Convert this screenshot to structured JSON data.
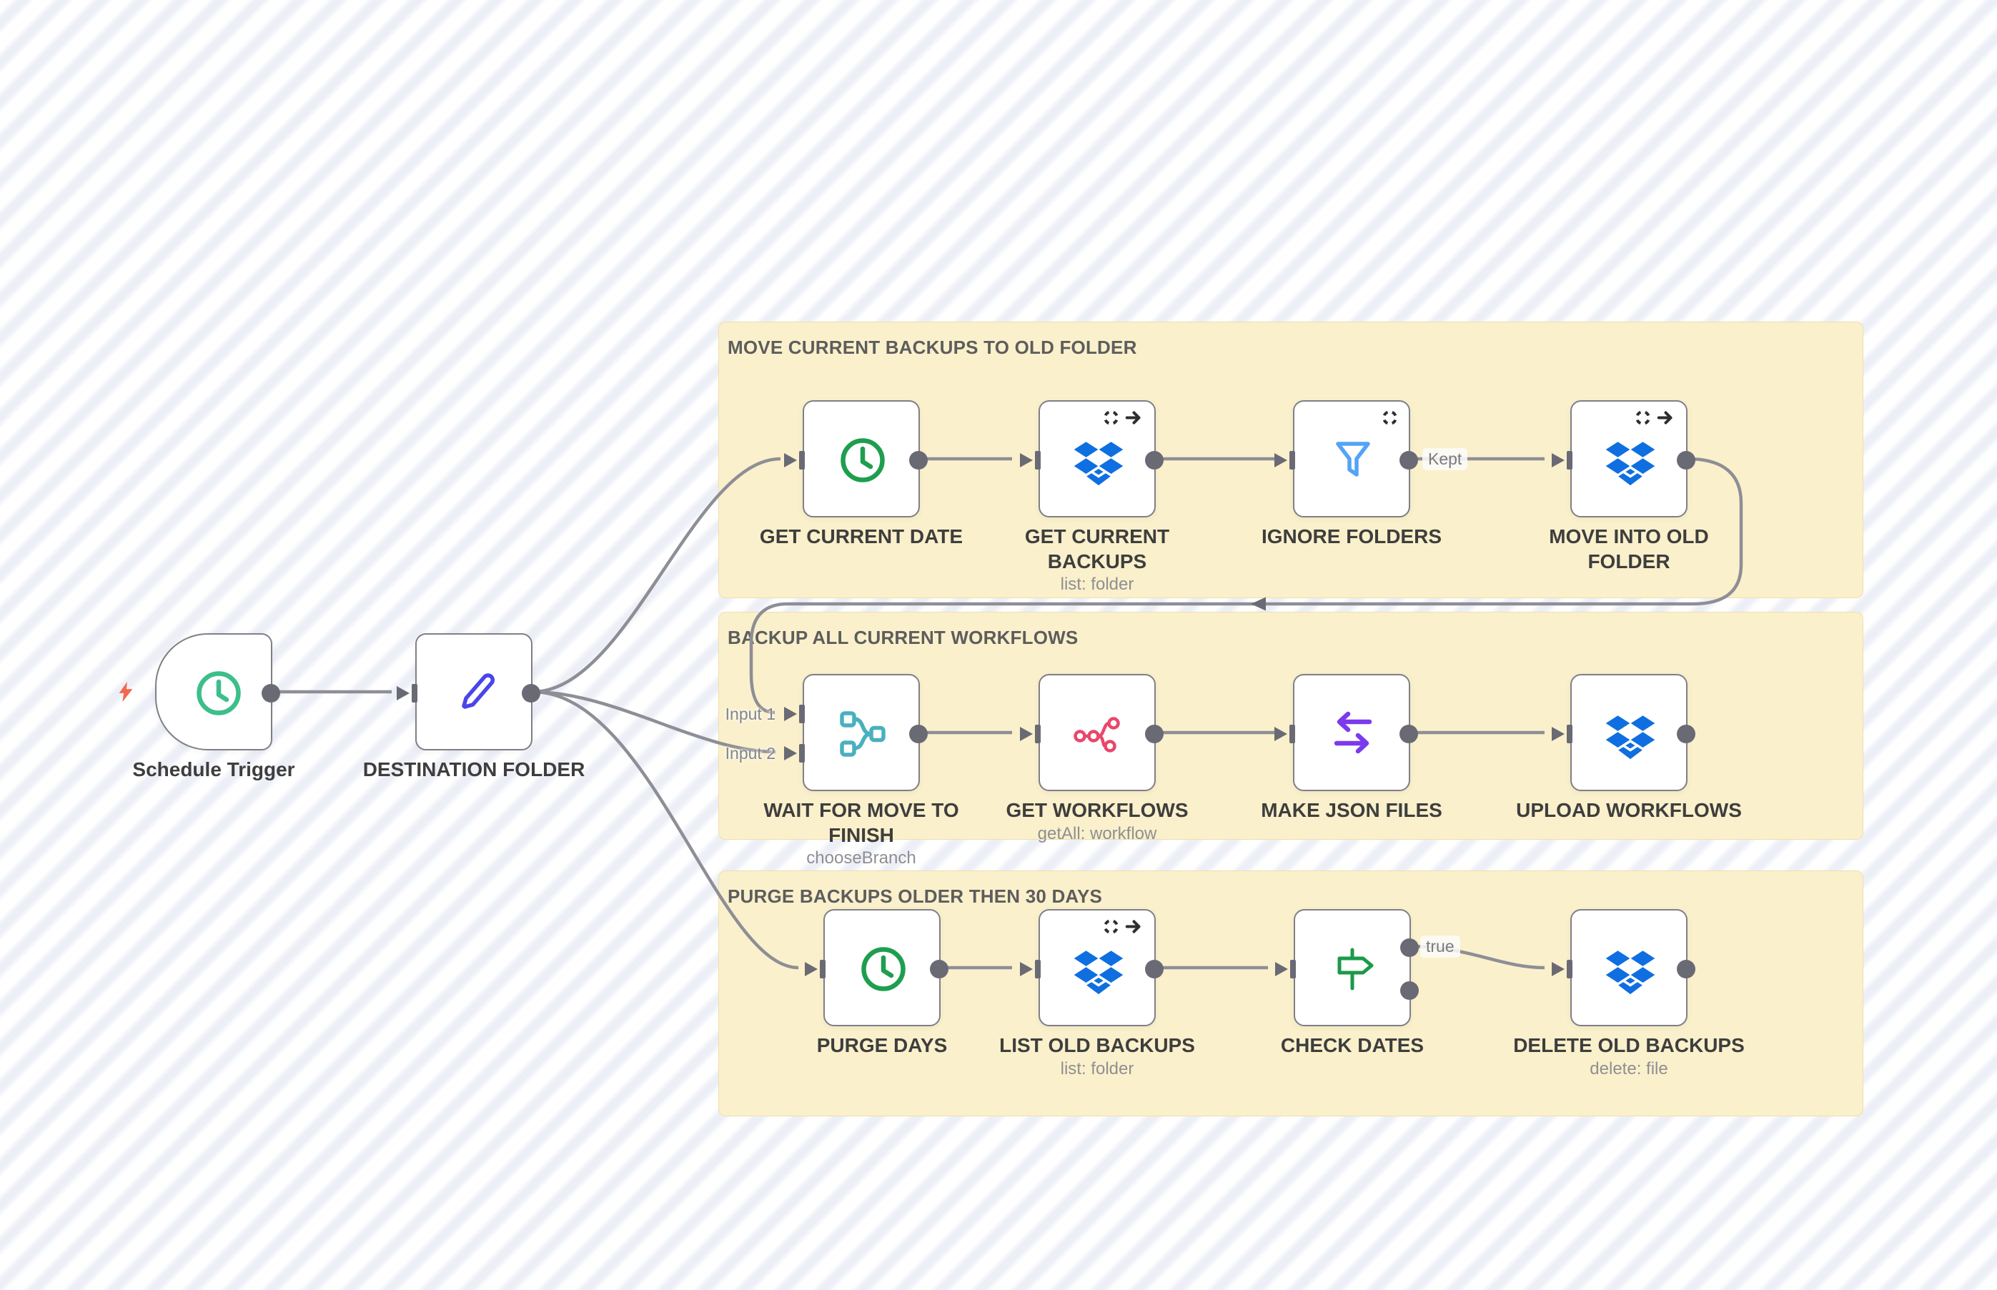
{
  "app": {
    "description": "n8n workflow editor canvas"
  },
  "palette": {
    "stripe_light": "#ffffff",
    "stripe_dark": "#edeff7",
    "sticky_bg": "#FAF0CB",
    "sticky_border": "#EEDFAC",
    "sticky_title": "#5d5d5d",
    "wire_gray": "#8E8E96",
    "connector_gray": "#6A6A75",
    "node_border": "#7F7F87",
    "label_dark": "#3E3E3E",
    "subtitle_gray": "#8F8F92",
    "badge_dark": "#2E2E2E",
    "bolt_orange": "#F2674F",
    "schedule_green": "#3DBE8B",
    "clock_green": "#1E9E4E",
    "pencil_blue": "#4845EC",
    "dropbox_blue": "#0F6FE0",
    "funnel_blue": "#54A3F7",
    "merge_teal": "#49B0BF",
    "n8n_pink": "#E9476B",
    "arrows_purple": "#7C3AED",
    "signpost_green": "#1A9A4A"
  },
  "groups": [
    {
      "title": "MOVE CURRENT BACKUPS TO OLD FOLDER"
    },
    {
      "title": "BACKUP ALL CURRENT WORKFLOWS"
    },
    {
      "title": "PURGE BACKUPS OLDER THEN 30 DAYS"
    }
  ],
  "nodes": [
    {
      "label": "Schedule Trigger"
    },
    {
      "label": "DESTINATION FOLDER"
    },
    {
      "label": "GET CURRENT DATE"
    },
    {
      "label": "GET CURRENT\nBACKUPS",
      "subtitle": "list: folder"
    },
    {
      "label": "IGNORE FOLDERS",
      "output_label": "Kept"
    },
    {
      "label": "MOVE INTO OLD\nFOLDER"
    },
    {
      "label": "WAIT FOR MOVE TO\nFINISH",
      "subtitle": "chooseBranch",
      "input_labels": [
        "Input 1",
        "Input 2"
      ]
    },
    {
      "label": "GET WORKFLOWS",
      "subtitle": "getAll: workflow"
    },
    {
      "label": "MAKE JSON FILES"
    },
    {
      "label": "UPLOAD WORKFLOWS"
    },
    {
      "label": "PURGE DAYS"
    },
    {
      "label": "LIST OLD BACKUPS",
      "subtitle": "list: folder"
    },
    {
      "label": "CHECK DATES",
      "output_label": "true"
    },
    {
      "label": "DELETE OLD BACKUPS",
      "subtitle": "delete: file"
    }
  ]
}
